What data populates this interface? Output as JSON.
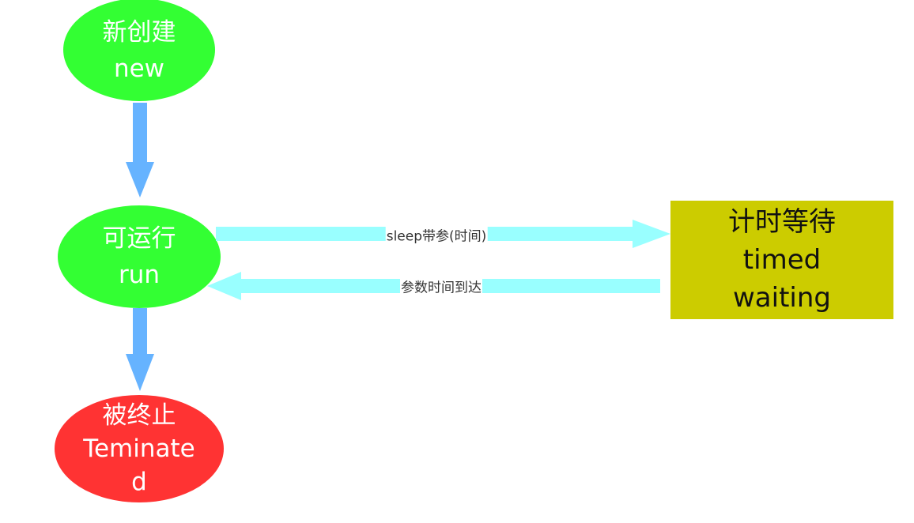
{
  "nodes": {
    "new": {
      "line1": "新创建",
      "line2": "new",
      "color": "#33ff33"
    },
    "run": {
      "line1": "可运行",
      "line2": "run",
      "color": "#33ff33"
    },
    "terminated": {
      "line1": "被终止",
      "line2": "Teminate",
      "line3": "d",
      "color": "#ff3333"
    },
    "timed_waiting": {
      "line1": "计时等待",
      "line2": "timed",
      "line3": "waiting",
      "color": "#cccc00"
    }
  },
  "edges": {
    "run_to_timed": {
      "label": "sleep带参(时间)",
      "color": "#99ffff"
    },
    "timed_to_run": {
      "label": "参数时间到达",
      "color": "#99ffff"
    },
    "vertical_color": "#66b3ff"
  }
}
